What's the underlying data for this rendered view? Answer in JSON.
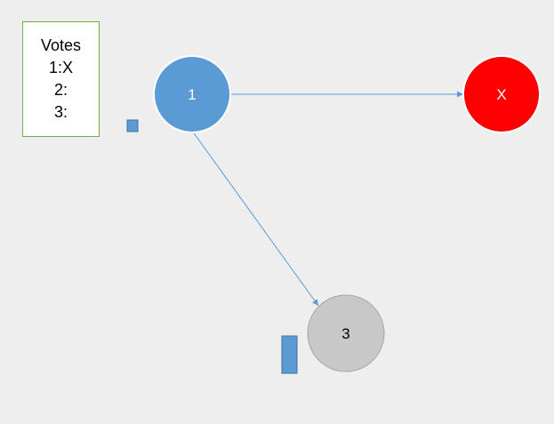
{
  "votes": {
    "title": "Votes",
    "lines": [
      "1:X",
      "2:",
      "3:"
    ]
  },
  "nodes": [
    {
      "id": "node-1",
      "label": "1",
      "fill": "#5b9bd5",
      "stroke": "#ffffff",
      "text_color": "#ffffff"
    },
    {
      "id": "node-x",
      "label": "X",
      "fill": "#ff0000",
      "stroke": "#ffffff",
      "text_color": "#ffffff"
    },
    {
      "id": "node-3",
      "label": "3",
      "fill": "#c8c8c8",
      "stroke": "#a6a6a6",
      "text_color": "#000000"
    }
  ],
  "edges": [
    {
      "from": "1",
      "to": "X"
    },
    {
      "from": "1",
      "to": "3"
    }
  ],
  "colors": {
    "background": "#eeeeee",
    "edge": "#5b9bd5",
    "votes_border": "#70ad47",
    "marker_fill": "#5b9bd5",
    "marker_stroke": "#41719c"
  }
}
